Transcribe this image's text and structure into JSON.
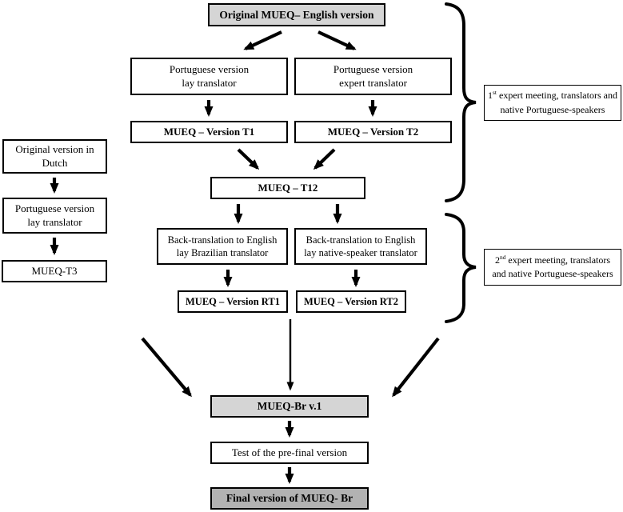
{
  "nodes": {
    "original_english": {
      "label": "Original MUEQ– English version"
    },
    "pt_lay": {
      "line1": "Portuguese version",
      "line2": "lay translator"
    },
    "pt_expert": {
      "line1": "Portuguese version",
      "line2": "expert translator"
    },
    "t1": {
      "label": "MUEQ – Version T1"
    },
    "t2": {
      "label": "MUEQ – Version T2"
    },
    "t12": {
      "label": "MUEQ – T12"
    },
    "dutch": {
      "line1": "Original version in",
      "line2": "Dutch"
    },
    "pt_lay_dutch": {
      "line1": "Portuguese version",
      "line2": "lay translator"
    },
    "t3": {
      "label": "MUEQ-T3"
    },
    "bt1": {
      "line1": "Back-translation to English",
      "line2": "lay Brazilian translator"
    },
    "bt2": {
      "line1": "Back-translation to English",
      "line2": "lay native-speaker translator"
    },
    "rt1": {
      "label": "MUEQ – Version RT1"
    },
    "rt2": {
      "label": "MUEQ – Version RT2"
    },
    "meeting1": {
      "num": "1",
      "ord": "st",
      "line1_rest": " expert meeting, translators and",
      "line2": "native Portuguese-speakers"
    },
    "meeting2": {
      "num": "2",
      "ord": "nd",
      "line1_rest": " expert meeting, translators",
      "line2": "and native Portuguese-speakers"
    },
    "br_v1": {
      "label": "MUEQ-Br v.1"
    },
    "test": {
      "label": "Test of the pre-final version"
    },
    "final": {
      "label": "Final version of MUEQ- Br"
    }
  },
  "colors": {
    "box_fill_light": "#d5d5d5",
    "box_fill_dark": "#b2b2b2",
    "box_fill_white": "#ffffff",
    "line_color": "#000000"
  }
}
